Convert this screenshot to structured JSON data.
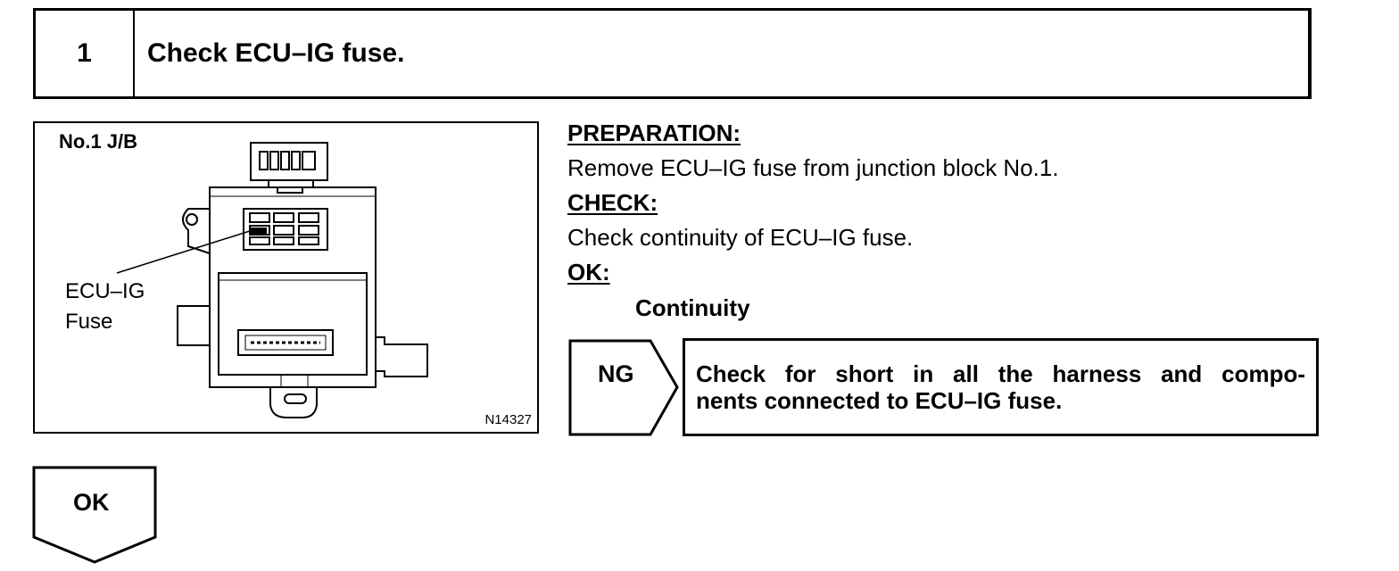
{
  "step": {
    "number": "1",
    "title": "Check ECU–IG fuse."
  },
  "figure": {
    "title": "No.1 J/B",
    "callout_line1": "ECU–IG",
    "callout_line2": "Fuse",
    "code": "N14327"
  },
  "procedure": {
    "preparation_heading": "PREPARATION:",
    "preparation_text": "Remove ECU–IG fuse from junction block No.1.",
    "check_heading": "CHECK:",
    "check_text": "Check continuity of ECU–IG fuse.",
    "ok_heading": "OK:",
    "ok_value": "Continuity"
  },
  "ng_branch": {
    "label": "NG",
    "text_line1": "Check for short in all the harness and compo-",
    "text_line2": "nents connected to ECU–IG fuse."
  },
  "ok_branch": {
    "label": "OK"
  }
}
